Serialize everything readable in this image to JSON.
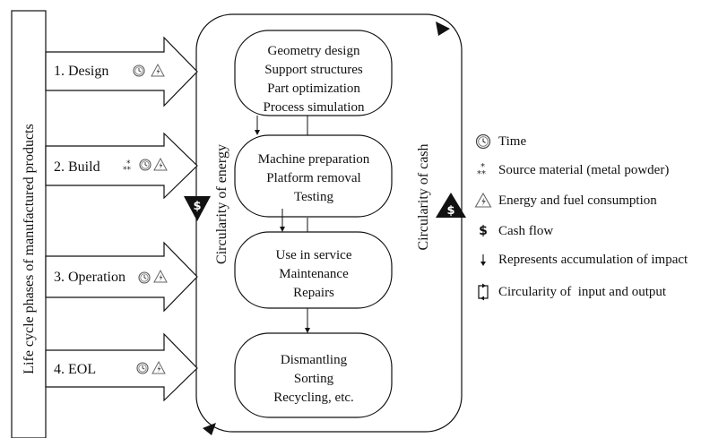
{
  "side_label": "Life cycle phases of manufactured products",
  "phases": [
    {
      "label": "1. Design",
      "icons": [
        "time-icon",
        "energy-icon"
      ]
    },
    {
      "label": "2. Build",
      "icons": [
        "material-icon",
        "time-icon",
        "energy-icon"
      ]
    },
    {
      "label": "3. Operation",
      "icons": [
        "time-icon",
        "energy-icon"
      ]
    },
    {
      "label": "4. EOL",
      "icons": [
        "time-icon",
        "energy-icon"
      ]
    }
  ],
  "circularity_energy": "Circularity of energy",
  "circularity_cash": "Circularity of cash",
  "dollar_symbol": "$",
  "boxes": [
    {
      "lines": [
        "Geometry design",
        "Support structures",
        "Part optimization",
        "Process simulation"
      ]
    },
    {
      "lines": [
        "Machine preparation",
        "Platform removal",
        "Testing"
      ]
    },
    {
      "lines": [
        "Use in service",
        "Maintenance",
        "Repairs"
      ]
    },
    {
      "lines": [
        "Dismantling",
        "Sorting",
        "Recycling, etc."
      ]
    }
  ],
  "legend": [
    {
      "icon": "time-icon",
      "label": "Time"
    },
    {
      "icon": "material-icon",
      "label": "Source material (metal powder)"
    },
    {
      "icon": "energy-icon",
      "label": "Energy and fuel consumption"
    },
    {
      "icon": "dollar-icon",
      "label": "Cash flow"
    },
    {
      "icon": "down-arrow-icon",
      "label": "Represents accumulation of impact"
    },
    {
      "icon": "circularity-icon",
      "label": "Circularity of  input and output"
    }
  ]
}
